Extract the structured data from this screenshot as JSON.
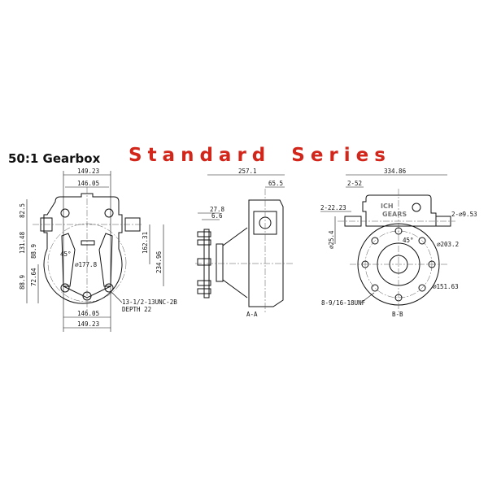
{
  "title": "50:1 Gearbox",
  "series_title": "Standard Series",
  "accent_color": "#d2261b",
  "front_view": {
    "dims": {
      "top_outer": "149.23",
      "top_inner": "146.05",
      "bottom_inner": "146.05",
      "bottom_outer": "149.23",
      "h_82_5": "82.5",
      "h_131_48": "131.48",
      "h_88_9_a": "88.9",
      "h_88_9_b": "88.9",
      "h_72_64": "72.64",
      "h_162_31": "162.31",
      "h_234_96": "234.96",
      "dia": "⌀177.8",
      "angle": "45°"
    },
    "callout": [
      "13-1/2-13UNC-2B",
      "DEPTH 22"
    ]
  },
  "side_view": {
    "dims": {
      "overall": "257.1",
      "top": "65.5",
      "d27_8": "27.8",
      "d6_6": "6.6"
    },
    "label": "A-A"
  },
  "rear_view": {
    "dims": {
      "overall": "334.86",
      "d2_52": "2-52",
      "d2_22_23": "2-22.23",
      "shaft": "⌀25.4",
      "key": "2-⌀9.53",
      "bolt_circle": "⌀203.2",
      "pilot": "⌀151.63",
      "angle": "45°"
    },
    "callout": "8-9/16-18UNF",
    "brand": [
      "ICH",
      "GEARS"
    ],
    "label": "B-B"
  }
}
